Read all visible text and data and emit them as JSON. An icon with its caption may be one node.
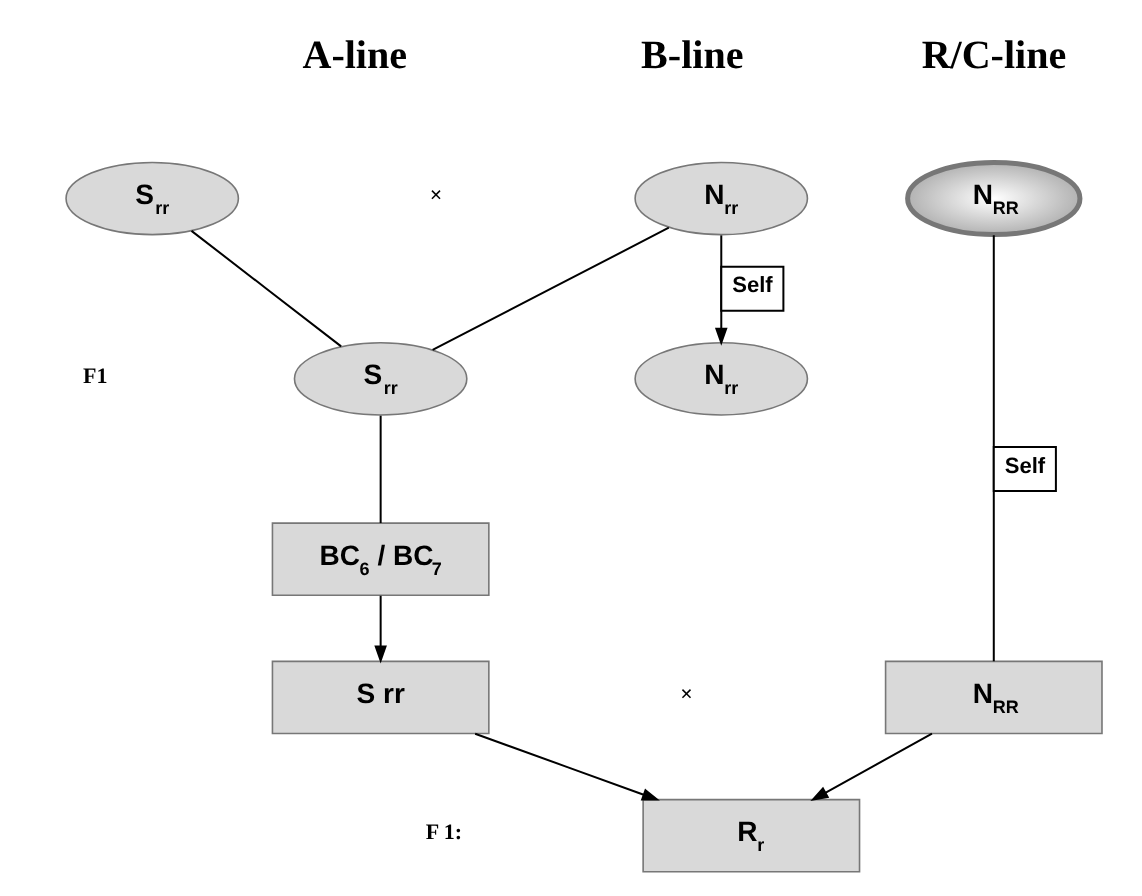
{
  "diagram": {
    "nodes": [
      {
        "text": [
          "S$_{rr}$"
        ]
      },
      {
        "text": [
          "N$_{rr}$"
        ]
      },
      {
        "text": [
          "N$_{RR}$"
        ]
      },
      {
        "text": [
          "S$_{rr}$"
        ]
      },
      {
        "text": [
          "N$_{rr}$"
        ]
      },
      {
        "text": [
          "BC$_{6}$ / BC$_{7}$"
        ]
      },
      {
        "text": [
          "S rr"
        ]
      },
      {
        "text": [
          "N$_{RR}$"
        ]
      },
      {
        "text": [
          "R$_{r}$"
        ]
      }
    ],
    "edges": [
      {
        "from": 0,
        "to": 3,
        "arrow": "none"
      },
      {
        "from": 1,
        "to": 3,
        "arrow": "none"
      },
      {
        "from": 1,
        "to": 4,
        "arrow": "to",
        "label": "Self"
      },
      {
        "from": 2,
        "to": 7,
        "arrow": "none",
        "label": "Self"
      },
      {
        "from": 3,
        "to": 5,
        "arrow": "none"
      },
      {
        "from": 5,
        "to": 6,
        "arrow": "to"
      },
      {
        "from": 6,
        "to": 8,
        "arrow": "to"
      },
      {
        "from": 7,
        "to": 8,
        "arrow": "to"
      }
    ],
    "labels": [
      "A-line",
      "B-line",
      "R/C-line",
      "×",
      "F1",
      "×",
      "F 1:"
    ]
  }
}
